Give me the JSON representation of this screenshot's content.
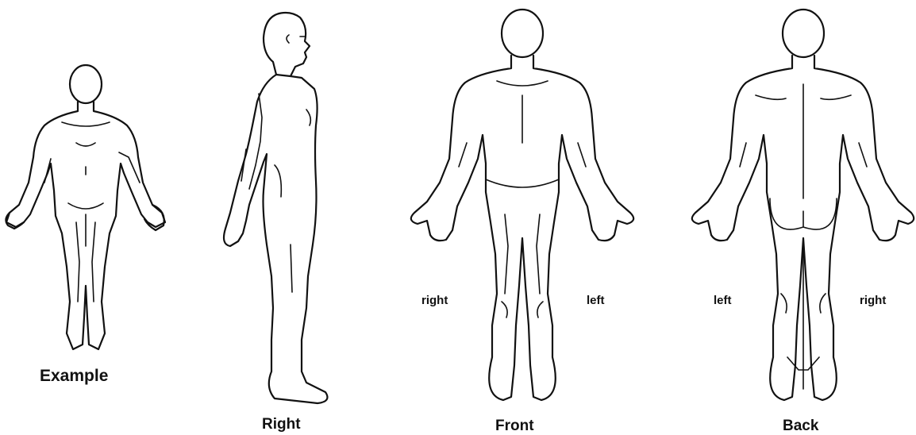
{
  "figures": {
    "example": {
      "caption": "Example"
    },
    "right": {
      "caption": "Right"
    },
    "front": {
      "caption": "Front",
      "side_label_left": "right",
      "side_label_right": "left"
    },
    "back": {
      "caption": "Back",
      "side_label_left": "left",
      "side_label_right": "right"
    }
  },
  "colors": {
    "line": "#111111",
    "background": "#ffffff"
  }
}
